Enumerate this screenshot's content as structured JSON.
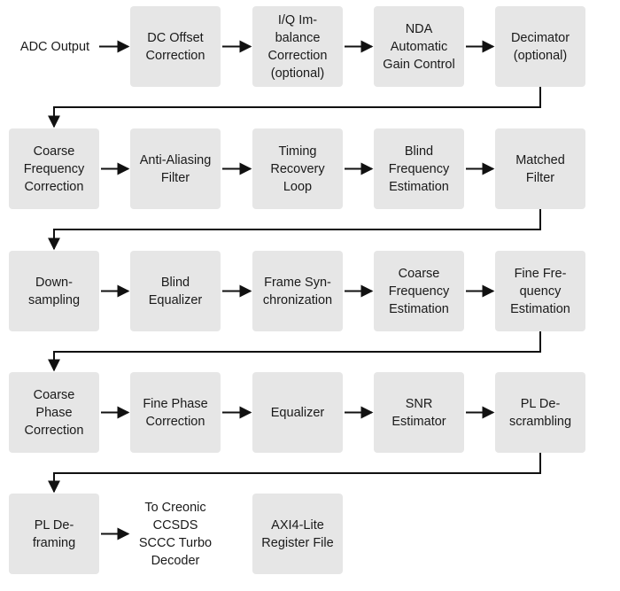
{
  "input_label": "ADC Output",
  "rows": [
    [
      {
        "lines": [
          "DC Offset",
          "Correction"
        ]
      },
      {
        "lines": [
          "I/Q Im-",
          "balance",
          "Correction",
          "(optional)"
        ]
      },
      {
        "lines": [
          "NDA",
          "Automatic",
          "Gain Control"
        ]
      },
      {
        "lines": [
          "Decimator",
          "(optional)"
        ]
      }
    ],
    [
      {
        "lines": [
          "Coarse",
          "Frequency",
          "Correction"
        ]
      },
      {
        "lines": [
          "Anti-Aliasing",
          "Filter"
        ]
      },
      {
        "lines": [
          "Timing",
          "Recovery",
          "Loop"
        ]
      },
      {
        "lines": [
          "Blind",
          "Frequency",
          "Estimation"
        ]
      },
      {
        "lines": [
          "Matched",
          "Filter"
        ]
      }
    ],
    [
      {
        "lines": [
          "Down-",
          "sampling"
        ]
      },
      {
        "lines": [
          "Blind",
          "Equalizer"
        ]
      },
      {
        "lines": [
          "Frame Syn-",
          "chronization"
        ]
      },
      {
        "lines": [
          "Coarse",
          "Frequency",
          "Estimation"
        ]
      },
      {
        "lines": [
          "Fine Fre-",
          "quency",
          "Estimation"
        ]
      }
    ],
    [
      {
        "lines": [
          "Coarse",
          "Phase",
          "Correction"
        ]
      },
      {
        "lines": [
          "Fine Phase",
          "Correction"
        ]
      },
      {
        "lines": [
          "Equalizer"
        ]
      },
      {
        "lines": [
          "SNR",
          "Estimator"
        ]
      },
      {
        "lines": [
          "PL De-",
          "scrambling"
        ]
      }
    ],
    [
      {
        "lines": [
          "PL De-",
          "framing"
        ]
      }
    ]
  ],
  "output_label": [
    "To Creonic",
    "CCSDS",
    "SCCC Turbo",
    "Decoder"
  ],
  "register_file": [
    "AXI4-Lite",
    "Register File"
  ]
}
